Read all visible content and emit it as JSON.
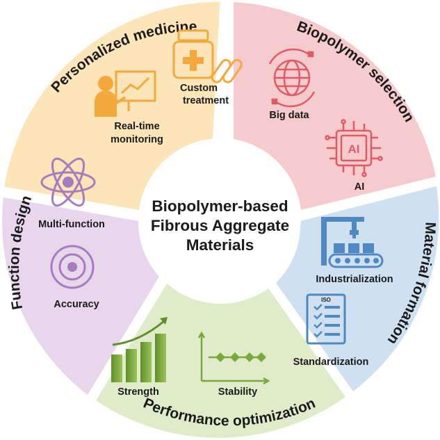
{
  "center": {
    "lines": [
      "Biopolymer-based",
      "Fibrous Aggregate",
      "Materials"
    ]
  },
  "segments": {
    "personalized_medicine": {
      "title": "Personalized medicine",
      "color": "#fbe5b9",
      "items": {
        "custom_treatment": [
          "Custom",
          "treatment"
        ],
        "realtime_monitoring": [
          "Real-time",
          "monitoring"
        ]
      }
    },
    "biopolymer_selection": {
      "title": "Biopolymer selection",
      "color": "#f6cbcd",
      "items": {
        "big_data": "Big data",
        "ai": "AI",
        "ai_chip_text": "AI"
      }
    },
    "material_formation": {
      "title": "Material formation",
      "color": "#cfe0f0",
      "items": {
        "industrialization": "Industrialization",
        "standardization": "Standardization",
        "iso_text": "ISO"
      }
    },
    "performance_optimization": {
      "title": "Performance optimization",
      "color": "#e0ecc9",
      "items": {
        "strength": "Strength",
        "stability": "Stability"
      }
    },
    "function_design": {
      "title": "Function design",
      "color": "#e7d6ec",
      "items": {
        "multi_function": "Multi-function",
        "accuracy": "Accuracy"
      }
    }
  },
  "icon_colors": {
    "orange": "#f3a93c",
    "red": "#e05a63",
    "blue": "#4f88c3",
    "green": "#7aa83a",
    "purple": "#a77bbd"
  }
}
